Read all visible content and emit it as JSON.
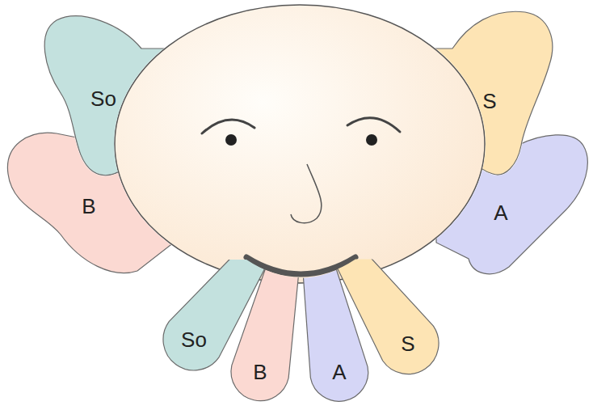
{
  "diagram": {
    "nodes": [
      {
        "text": [
          "So"
        ]
      },
      {
        "text": [
          "S"
        ]
      },
      {
        "text": [
          "B"
        ]
      },
      {
        "text": [
          "A"
        ]
      },
      {
        "text": [
          "So"
        ]
      },
      {
        "text": [
          "B"
        ]
      },
      {
        "text": [
          "A"
        ]
      },
      {
        "text": [
          "S"
        ]
      }
    ]
  }
}
